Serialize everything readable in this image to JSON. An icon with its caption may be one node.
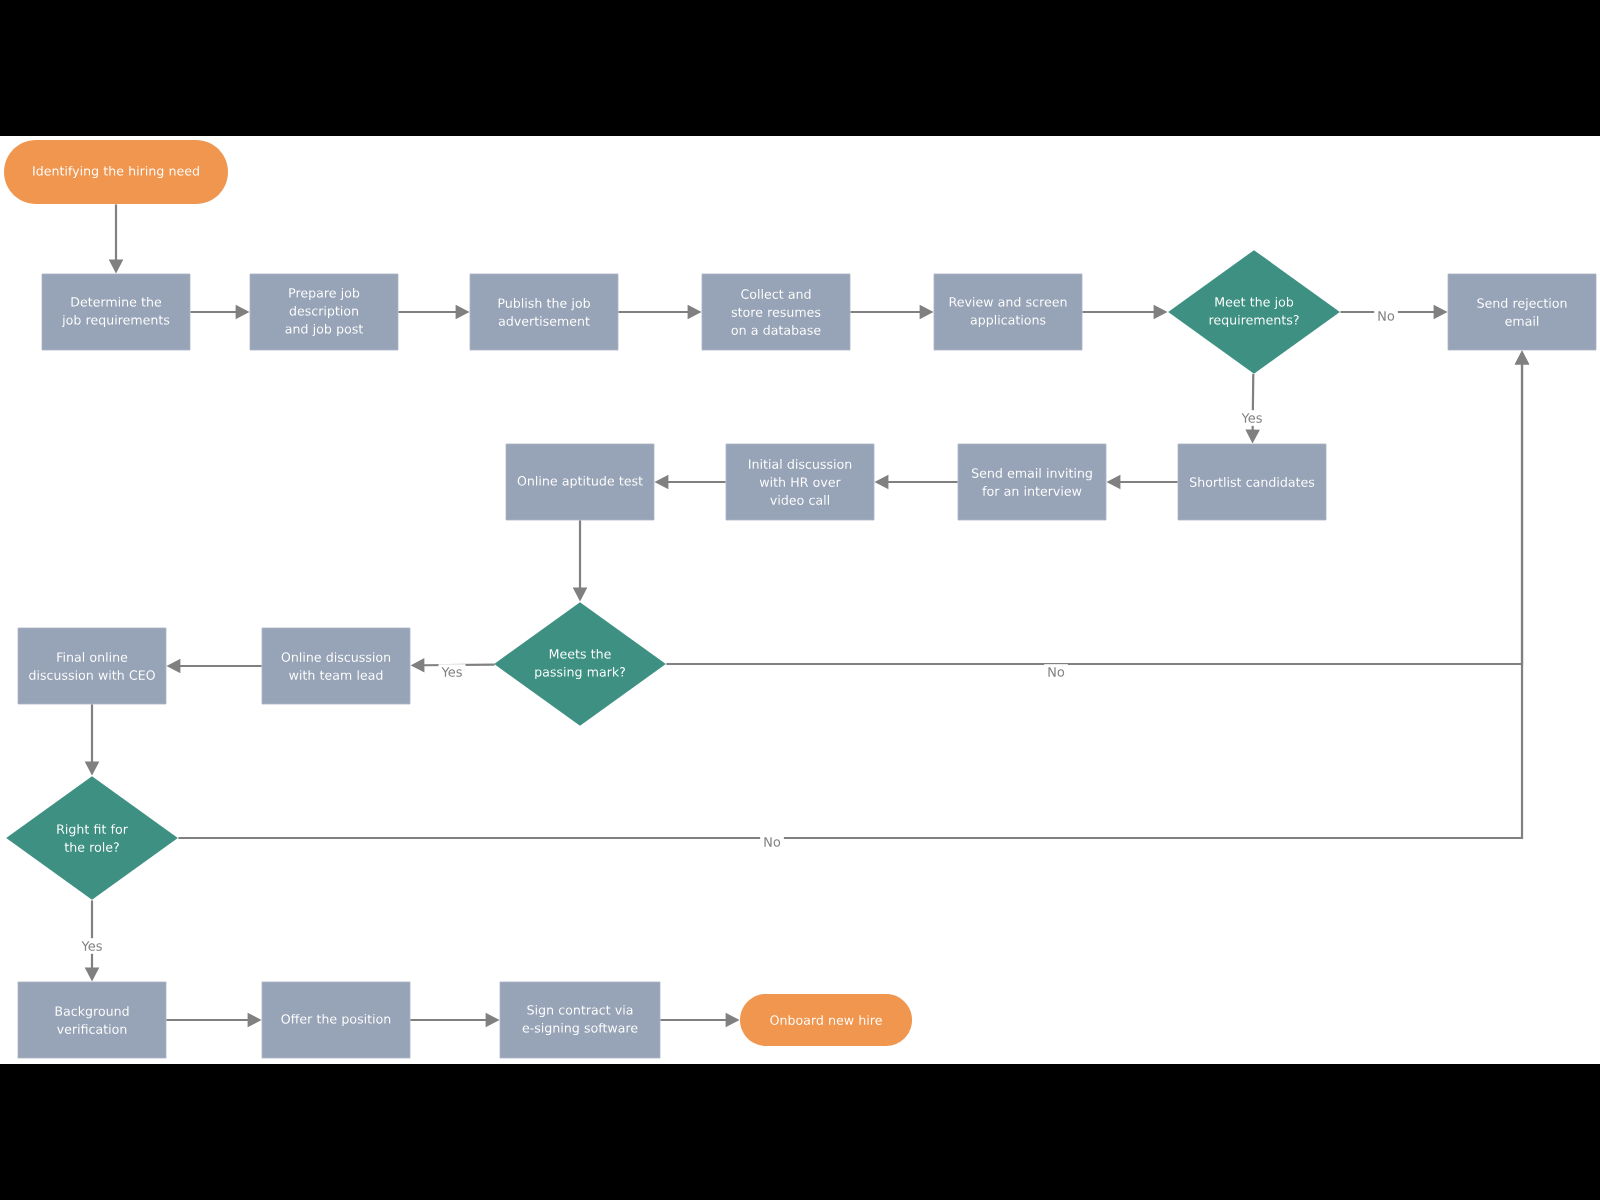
{
  "diagram": {
    "nodes": [
      {
        "text": [
          "Identifying the hiring need"
        ]
      },
      {
        "text": [
          "Determine the job requirements"
        ]
      },
      {
        "text": [
          "Prepare job description and job post"
        ]
      },
      {
        "text": [
          "Publish the job advertisement"
        ]
      },
      {
        "text": [
          "Collect and store resumes on a database"
        ]
      },
      {
        "text": [
          "Review and screen applications"
        ]
      },
      {
        "text": [
          "Meet the job requirements?"
        ]
      },
      {
        "text": [
          "Send rejection email"
        ]
      },
      {
        "text": [
          "Shortlist candidates"
        ]
      },
      {
        "text": [
          "Send email inviting for an interview"
        ]
      },
      {
        "text": [
          "Initial discussion with HR over video call"
        ]
      },
      {
        "text": [
          "Online aptitude test"
        ]
      },
      {
        "text": [
          "Meets the passing mark?"
        ]
      },
      {
        "text": [
          "Online discussion with team lead"
        ]
      },
      {
        "text": [
          "Final online discussion with CEO"
        ]
      },
      {
        "text": [
          "Right fit for the role?"
        ]
      },
      {
        "text": [
          "Background verification"
        ]
      },
      {
        "text": [
          "Offer the position"
        ]
      },
      {
        "text": [
          "Sign contract via e-signing software"
        ]
      },
      {
        "text": [
          "Onboard new hire"
        ]
      }
    ],
    "edges": [
      {
        "from": 0,
        "to": 1,
        "arrow": "to"
      },
      {
        "from": 1,
        "to": 2,
        "arrow": "to"
      },
      {
        "from": 2,
        "to": 3,
        "arrow": "to"
      },
      {
        "from": 3,
        "to": 4,
        "arrow": "to"
      },
      {
        "from": 4,
        "to": 5,
        "arrow": "to"
      },
      {
        "from": 5,
        "to": 6,
        "arrow": "to"
      },
      {
        "from": 6,
        "to": 7,
        "arrow": "to",
        "label": "No"
      },
      {
        "from": 6,
        "to": 8,
        "arrow": "to",
        "label": "Yes"
      },
      {
        "from": 8,
        "to": 9,
        "arrow": "to"
      },
      {
        "from": 9,
        "to": 10,
        "arrow": "to"
      },
      {
        "from": 10,
        "to": 11,
        "arrow": "to"
      },
      {
        "from": 11,
        "to": 12,
        "arrow": "to"
      },
      {
        "from": 12,
        "to": 13,
        "arrow": "to",
        "label": "Yes"
      },
      {
        "from": 12,
        "to": 7,
        "arrow": "to",
        "label": "No"
      },
      {
        "from": 13,
        "to": 14,
        "arrow": "to"
      },
      {
        "from": 14,
        "to": 15,
        "arrow": "to"
      },
      {
        "from": 15,
        "to": 7,
        "arrow": "to",
        "label": "No"
      },
      {
        "from": 15,
        "to": 16,
        "arrow": "to",
        "label": "Yes"
      },
      {
        "from": 16,
        "to": 17,
        "arrow": "to"
      },
      {
        "from": 17,
        "to": 18,
        "arrow": "to"
      },
      {
        "from": 18,
        "to": 19,
        "arrow": "to"
      }
    ]
  }
}
